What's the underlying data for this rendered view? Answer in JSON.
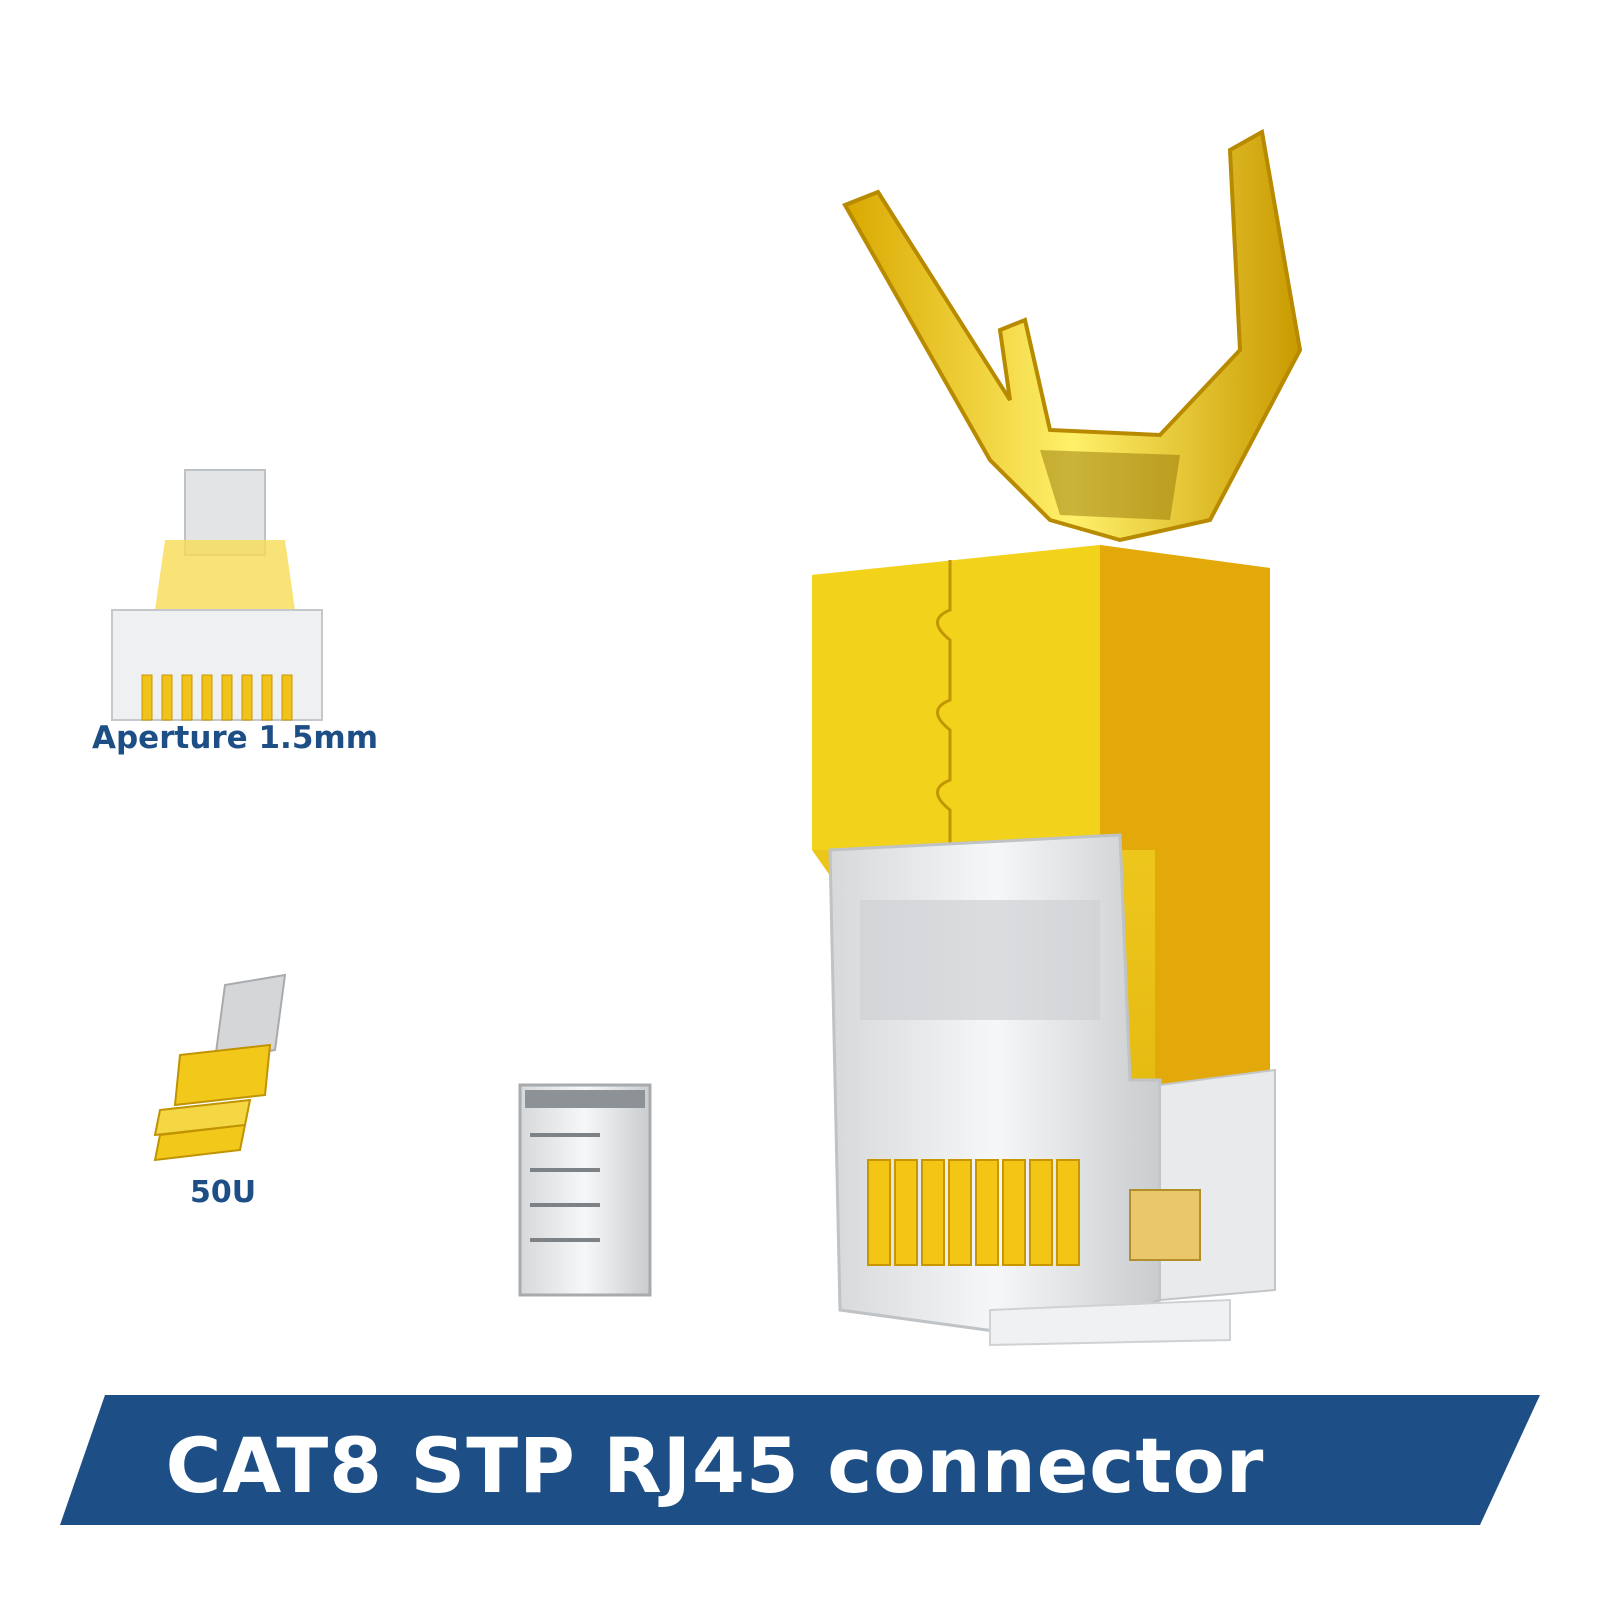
{
  "labels": {
    "aperture": "Aperture 1.5mm",
    "plating": "50U"
  },
  "banner": {
    "title": "CAT8 STP RJ45 connector"
  },
  "colors": {
    "banner_blue": "#1d4f86",
    "gold": "#f2c51a",
    "gold_dark": "#c99a00",
    "clear_plastic": "#e4e6e8",
    "background": "#ffffff"
  }
}
